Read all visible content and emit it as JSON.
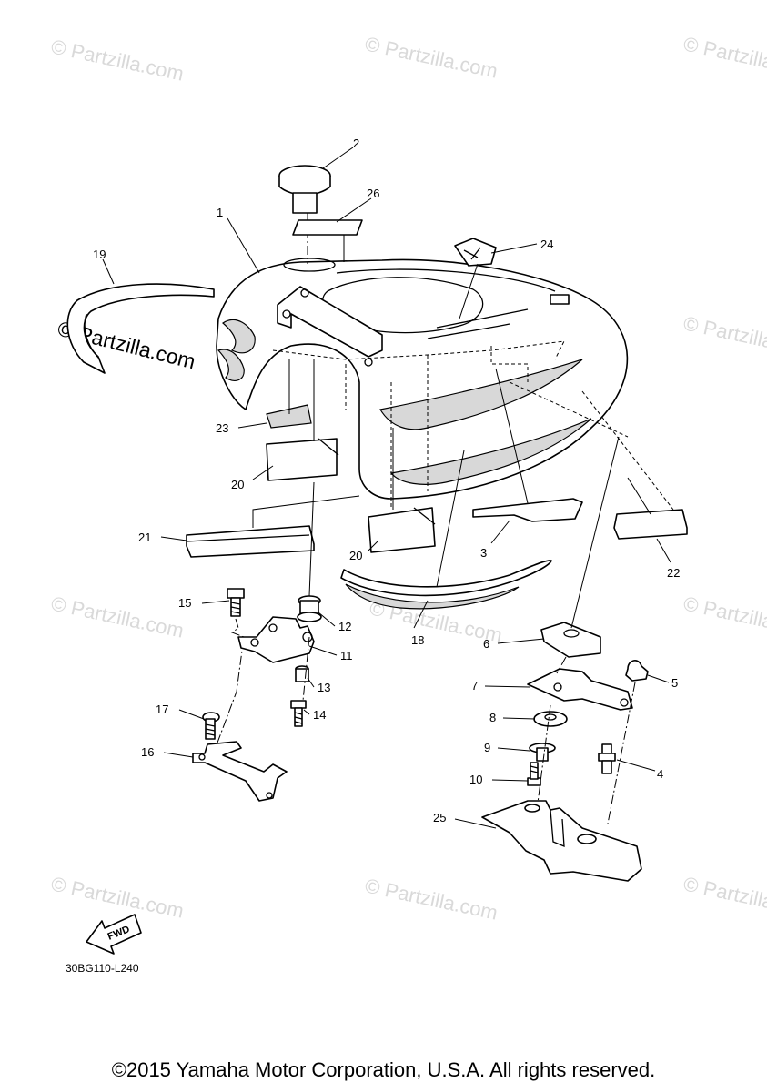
{
  "watermark": "© Partzilla.com",
  "watermark_big": "© Partzilla.com",
  "diagram_code": "30BG110-L240",
  "fwd_label": "FWD",
  "copyright": "©2015 Yamaha Motor Corporation, U.S.A. All rights reserved.",
  "callouts": {
    "c1": "1",
    "c2": "2",
    "c3": "3",
    "c4": "4",
    "c5": "5",
    "c6": "6",
    "c7": "7",
    "c8": "8",
    "c9": "9",
    "c10": "10",
    "c11": "11",
    "c12": "12",
    "c13": "13",
    "c14": "14",
    "c15": "15",
    "c16": "16",
    "c17": "17",
    "c18": "18",
    "c19": "19",
    "c20a": "20",
    "c20b": "20",
    "c21": "21",
    "c22": "22",
    "c23": "23",
    "c24": "24",
    "c25": "25",
    "c26": "26"
  }
}
